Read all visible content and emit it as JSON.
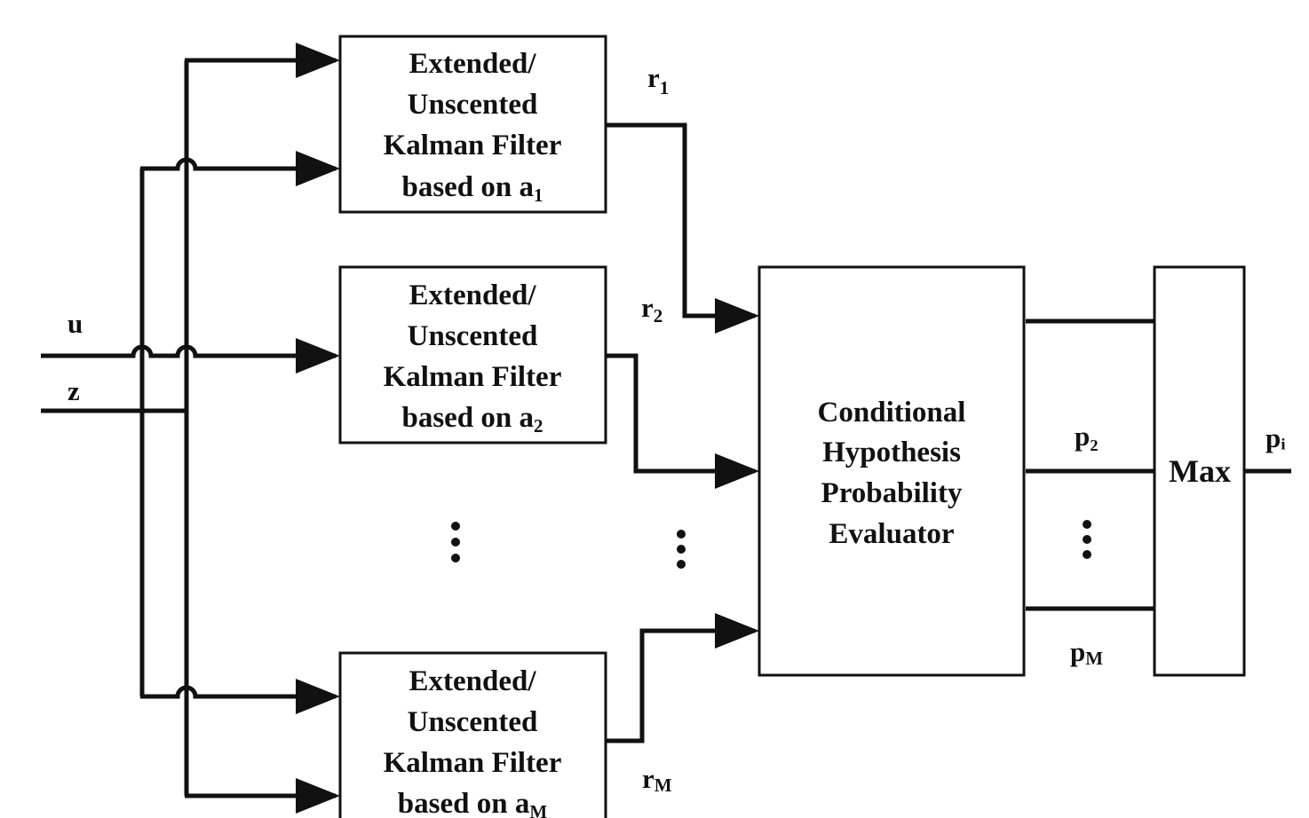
{
  "inputs": {
    "u": "u",
    "z": "z"
  },
  "filters": [
    {
      "line1": "Extended/",
      "line2": "Unscented",
      "line3": "Kalman Filter",
      "line4_prefix": "based on a",
      "line4_sub": "1",
      "residual": "r",
      "residual_sub": "1"
    },
    {
      "line1": "Extended/",
      "line2": "Unscented",
      "line3": "Kalman Filter",
      "line4_prefix": "based on a",
      "line4_sub": "2",
      "residual": "r",
      "residual_sub": "2"
    },
    {
      "line1": "Extended/",
      "line2": "Unscented",
      "line3": "Kalman Filter",
      "line4_prefix": "based on a",
      "line4_sub": "M",
      "residual": "r",
      "residual_sub": "M"
    }
  ],
  "evaluator": {
    "line1": "Conditional",
    "line2": "Hypothesis",
    "line3": "Probability",
    "line4": "Evaluator"
  },
  "probabilities": {
    "p2": "p₂",
    "pM_base": "p",
    "pM_sub": "M"
  },
  "max_block": {
    "label": "Max"
  },
  "output": {
    "label": "pᵢ"
  },
  "ellipsis": "⋮"
}
